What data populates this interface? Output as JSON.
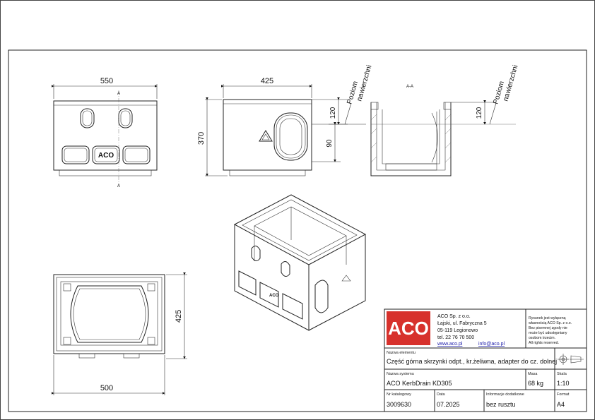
{
  "front_view": {
    "width_dim": "550",
    "section_mark_top": "A",
    "section_mark_bottom": "A",
    "logo_text": "ACO"
  },
  "side_view": {
    "width_dim": "425",
    "height_dim": "370",
    "top_dim": "120",
    "mid_dim": "90",
    "surface_label_line1": "Poziom",
    "surface_label_line2": "nawierzchni"
  },
  "section_view": {
    "title": "A-A",
    "top_dim": "120",
    "surface_label_line1": "Poziom",
    "surface_label_line2": "nawierzchni"
  },
  "plan_view": {
    "width_dim": "500",
    "depth_dim": "425"
  },
  "iso_view": {
    "logo_text": "ACO"
  },
  "title_block": {
    "logo_text": "ACO",
    "company_name": "ACO Sp. z o.o.",
    "address_line1": "Łajski, ul. Fabryczna 5",
    "address_line2": "05-119 Legionowo",
    "phone": "tel. 22 76 70 500",
    "website": "www.aco.pl",
    "email": "info@aco.pl",
    "rights_text": [
      "Rysunek jest wyłączną",
      "własnością ACO Sp. z o.o.",
      "Bez pisemnej zgody nie",
      "może być udostępniany",
      "osobom trzecim.",
      "All rights reserved."
    ],
    "element_name_label": "Nazwa elementu",
    "element_name": "Część górna skrzynki odpt., kr.żeliwna, adapter  do cz. dolnej",
    "system_name_label": "Nazwa systemu",
    "system_name": "ACO KerbDrain KD305",
    "mass_label": "Masa",
    "mass": "68 kg",
    "scale_label": "Skala",
    "scale": "1:10",
    "catalog_no_label": "Nr katalogowy",
    "catalog_no": "3009630",
    "date_label": "Data",
    "date": "07.2025",
    "extra_info_label": "Informacje dodatkowe",
    "extra_info": "bez rusztu",
    "format_label": "Format",
    "format": "A4"
  },
  "colors": {
    "logo_red": "#d7312c",
    "line": "#222222"
  }
}
